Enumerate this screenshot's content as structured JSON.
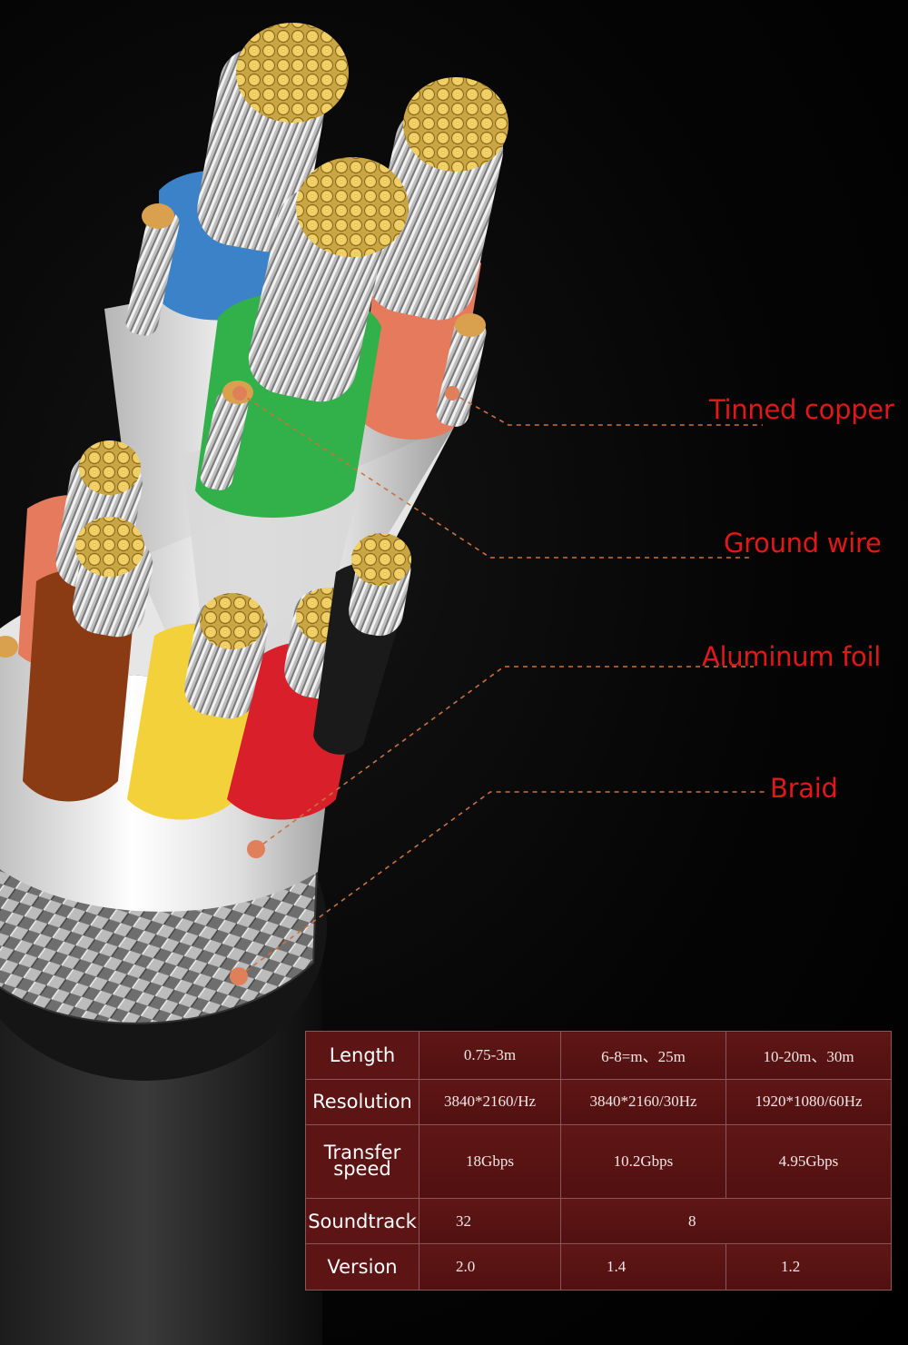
{
  "callouts": {
    "tinned_copper": "Tinned copper",
    "ground_wire": "Ground wire",
    "aluminum_foil": "Aluminum foil",
    "braid": "Braid"
  },
  "colors": {
    "label_red": "#e11818",
    "leader_orange": "#c9733e",
    "table_bg": "#5a1313",
    "core_blue": "#3b82c9",
    "core_green": "#32b04a",
    "core_salmon": "#e57a5c",
    "core_brown": "#8a3b14",
    "core_yellow": "#f2d13a",
    "core_red": "#d91f2a",
    "core_black": "#1a1a1a"
  },
  "spec_table": {
    "rows": [
      {
        "label": "Length",
        "values": [
          "0.75-3m",
          "6-8=m、25m",
          "10-20m、30m"
        ]
      },
      {
        "label": "Resolution",
        "values": [
          "3840*2160/Hz",
          "3840*2160/30Hz",
          "1920*1080/60Hz"
        ]
      },
      {
        "label_line1": "Transfer",
        "label_line2": "speed",
        "values": [
          "18Gbps",
          "10.2Gbps",
          "4.95Gbps"
        ]
      },
      {
        "label": "Soundtrack",
        "values": [
          "32",
          "8"
        ]
      },
      {
        "label": "Version",
        "values": [
          "2.0",
          "1.4",
          "1.2"
        ]
      }
    ]
  }
}
